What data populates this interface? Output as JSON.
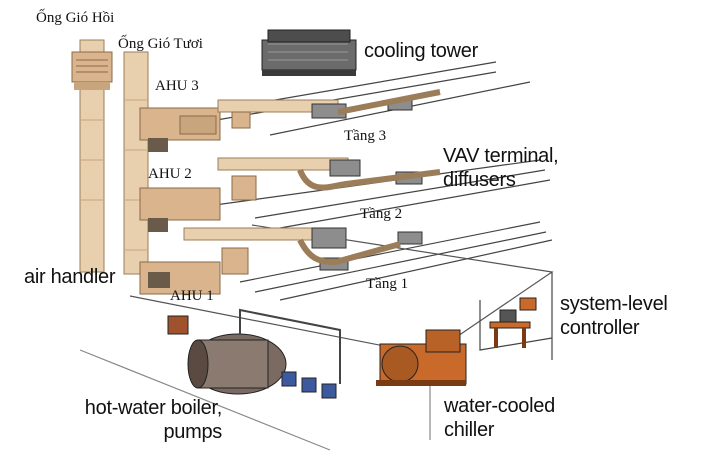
{
  "labels": {
    "return_duct": "Ống Gió Hồi",
    "fresh_air_duct": "Ống Gió Tươi",
    "ahu3": "AHU 3",
    "ahu2": "AHU 2",
    "ahu1": "AHU 1",
    "cooling_tower": "cooling tower",
    "floor3": "Tầng 3",
    "floor2": "Tầng 2",
    "floor1": "Tầng 1",
    "vav_line1": "VAV terminal,",
    "vav_line2": "diffusers",
    "air_handler": "air handler",
    "controller_line1": "system-level",
    "controller_line2": "controller",
    "boiler_line1": "hot-water boiler,",
    "boiler_line2": "pumps",
    "chiller_line1": "water-cooled",
    "chiller_line2": "chiller"
  },
  "colors": {
    "duct": "#e8cfae",
    "duct_shade": "#c9a57d",
    "ahu": "#d9b48c",
    "equipment_dark": "#5a5a5a",
    "boiler": "#8a4b3a",
    "chiller": "#c96a2a",
    "line": "#333333"
  }
}
